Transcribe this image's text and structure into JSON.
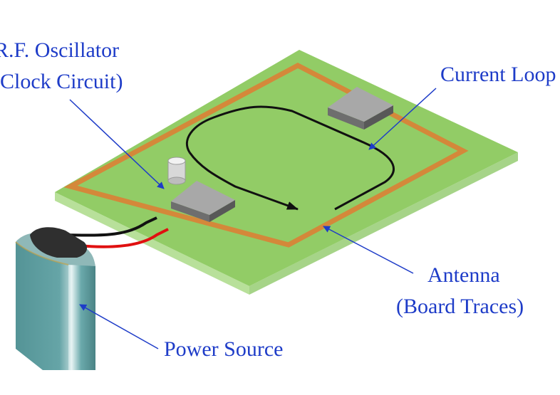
{
  "labels": {
    "oscillator_line1": "R.F. Oscillator",
    "oscillator_line2": "(Clock Circuit)",
    "current_loop": "Current Loop",
    "antenna_line1": "Antenna",
    "antenna_line2": "(Board Traces)",
    "power_source": "Power Source"
  },
  "colors": {
    "label_text": "#1e3cc8",
    "leader_line": "#1e3cc8",
    "board_top": "#92cc66",
    "board_edge": "#b8e09a",
    "trace": "#d4883a",
    "chip_top": "#a8a8a8",
    "chip_side": "#6e6e6e",
    "battery_body": "#5f9ea0",
    "battery_top": "#3a3a3a",
    "loop_arrow": "#111111",
    "wire_red": "#e01010",
    "wire_black": "#111111"
  },
  "icons": {
    "oscillator": "crystal-oscillator-icon",
    "chip": "ic-chip-icon",
    "battery": "battery-icon"
  }
}
